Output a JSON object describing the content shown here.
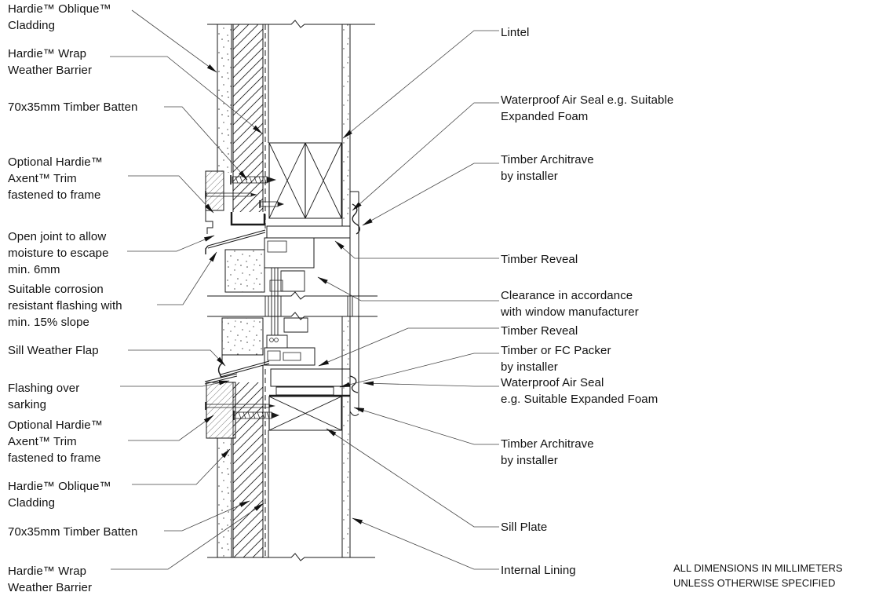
{
  "document": {
    "kind": "construction-detail-section-drawing",
    "colors": {
      "line": "#1a1a1a",
      "leader": "#444444",
      "background": "#ffffff"
    },
    "note": "ALL DIMENSIONS IN MILLIMETERS\nUNLESS OTHERWISE SPECIFIED"
  },
  "labels": {
    "left": [
      {
        "id": "hardie-oblique-cladding-top",
        "text": "Hardie™ Oblique™\nCladding"
      },
      {
        "id": "hardie-wrap-top",
        "text": "Hardie™ Wrap\nWeather Barrier"
      },
      {
        "id": "timber-batten-top",
        "text": "70x35mm Timber Batten"
      },
      {
        "id": "axent-trim-top",
        "text": "Optional Hardie™\nAxent™ Trim\nfastened to frame"
      },
      {
        "id": "open-joint",
        "text": "Open joint to allow\nmoisture to escape\nmin. 6mm"
      },
      {
        "id": "corrosion-flashing",
        "text": "Suitable corrosion\nresistant flashing with\nmin. 15% slope"
      },
      {
        "id": "sill-weather-flap",
        "text": "Sill Weather Flap"
      },
      {
        "id": "flashing-over-sarking",
        "text": "Flashing over\nsarking"
      },
      {
        "id": "axent-trim-bottom",
        "text": "Optional Hardie™\nAxent™ Trim\nfastened to frame"
      },
      {
        "id": "hardie-oblique-cladding-bottom",
        "text": "Hardie™ Oblique™\nCladding"
      },
      {
        "id": "timber-batten-bottom",
        "text": "70x35mm Timber Batten"
      },
      {
        "id": "hardie-wrap-bottom",
        "text": "Hardie™ Wrap\nWeather Barrier"
      }
    ],
    "right": [
      {
        "id": "lintel",
        "text": "Lintel"
      },
      {
        "id": "air-seal-head",
        "text": "Waterproof Air Seal e.g. Suitable\nExpanded Foam"
      },
      {
        "id": "architrave-head",
        "text": "Timber Architrave\nby installer"
      },
      {
        "id": "timber-reveal-head",
        "text": "Timber Reveal"
      },
      {
        "id": "clearance",
        "text": "Clearance in accordance\nwith window manufacturer"
      },
      {
        "id": "timber-reveal-sill",
        "text": "Timber Reveal"
      },
      {
        "id": "packer",
        "text": "Timber or FC Packer\nby installer"
      },
      {
        "id": "air-seal-sill",
        "text": "Waterproof Air Seal\ne.g. Suitable Expanded Foam"
      },
      {
        "id": "architrave-sill",
        "text": "Timber Architrave\nby installer"
      },
      {
        "id": "sill-plate",
        "text": "Sill Plate"
      },
      {
        "id": "internal-lining",
        "text": "Internal Lining"
      }
    ]
  }
}
